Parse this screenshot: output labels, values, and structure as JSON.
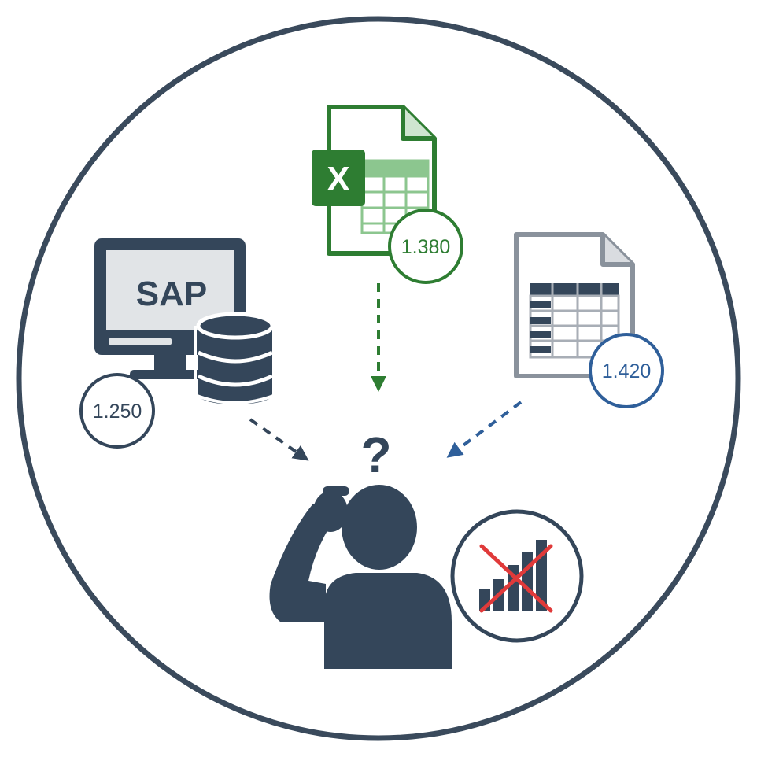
{
  "sources": {
    "sap": {
      "label": "SAP",
      "value": "1.250",
      "icon": "sap-monitor-database-icon"
    },
    "excel": {
      "label": "X",
      "value": "1.380",
      "icon": "excel-file-icon"
    },
    "spreadsheet": {
      "value": "1.420",
      "icon": "spreadsheet-file-icon"
    }
  },
  "user": {
    "question_mark": "?",
    "icon": "confused-person-icon"
  },
  "outcome": {
    "icon": "crossed-out-bar-chart-icon"
  },
  "colors": {
    "frame": "#3a4a5c",
    "dark": "#34465a",
    "excel_green": "#2e7d32",
    "spreadsheet_blue": "#2f5f9a",
    "sheet_gray": "#8a929c",
    "cross_red": "#e03a3a"
  }
}
